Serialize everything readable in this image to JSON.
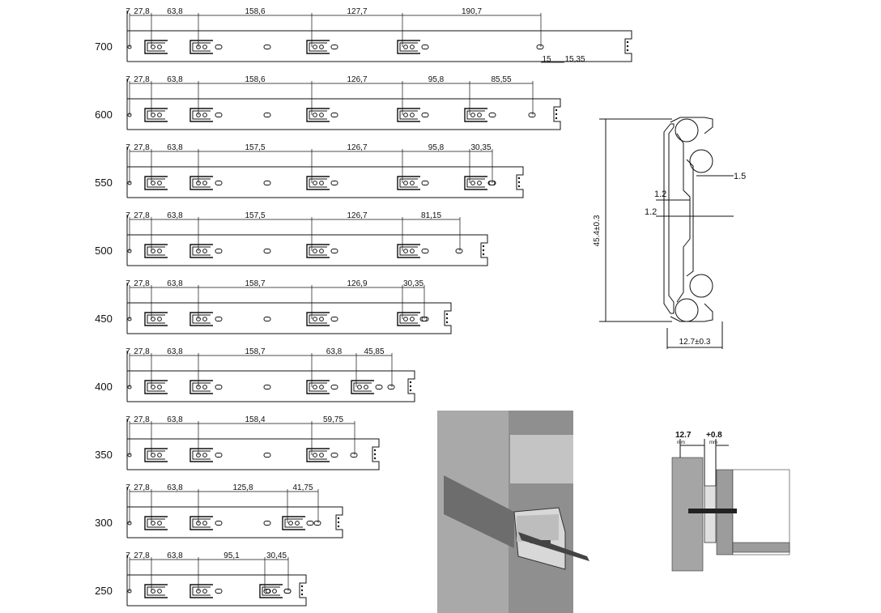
{
  "rails": [
    {
      "length": "700",
      "dims": [
        "7",
        "27,8",
        "63,8",
        "158,6",
        "127,7",
        "190,7"
      ],
      "extra": [
        "15",
        "15,35"
      ]
    },
    {
      "length": "600",
      "dims": [
        "7",
        "27,8",
        "63,8",
        "158,6",
        "126,7",
        "95,8",
        "85,55"
      ]
    },
    {
      "length": "550",
      "dims": [
        "7",
        "27,8",
        "63,8",
        "157,5",
        "126,7",
        "95,8",
        "30,35"
      ]
    },
    {
      "length": "500",
      "dims": [
        "7",
        "27,8",
        "63,8",
        "157,5",
        "126,7",
        "81,15"
      ]
    },
    {
      "length": "450",
      "dims": [
        "7",
        "27,8",
        "63,8",
        "158,7",
        "126,9",
        "30,35"
      ]
    },
    {
      "length": "400",
      "dims": [
        "7",
        "27,8",
        "63,8",
        "158,7",
        "63,8",
        "45,85"
      ]
    },
    {
      "length": "350",
      "dims": [
        "7",
        "27,8",
        "63,8",
        "158,4",
        "59,75"
      ]
    },
    {
      "length": "300",
      "dims": [
        "7",
        "27,8",
        "63,8",
        "125,8",
        "41,75"
      ]
    },
    {
      "length": "250",
      "dims": [
        "7",
        "27,8",
        "63,8",
        "95,1",
        "30,45"
      ]
    }
  ],
  "profile": {
    "height": "45.4±0.3",
    "width": "12.7±0.3",
    "gap1": "1.5",
    "gap2": "1.2",
    "gap3": "1.2"
  },
  "mount": {
    "w1": "12.7",
    "w1_unit": "mm",
    "w2": "+0.8",
    "w2_unit": "mm"
  }
}
